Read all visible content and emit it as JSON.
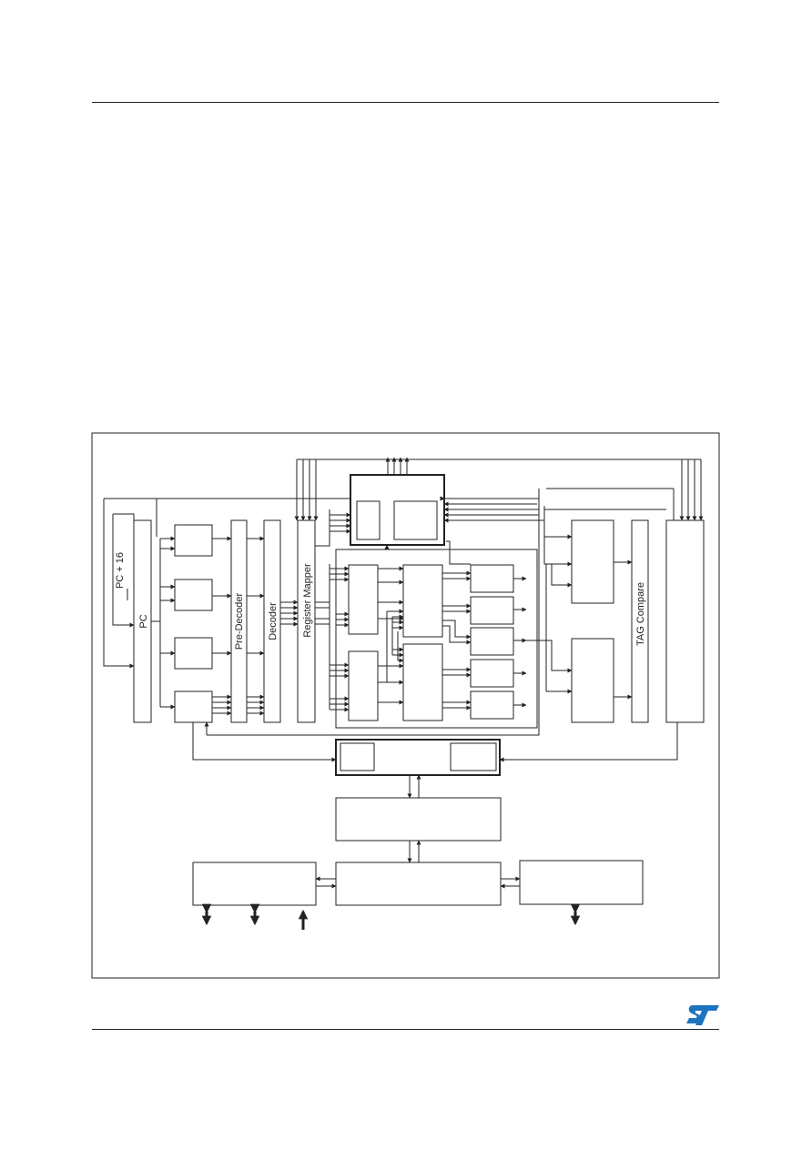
{
  "labels": {
    "pc": "PC",
    "pc_plus_16": "PC + 16",
    "pre_decoder": "Pre-Decoder",
    "decoder": "Decoder",
    "register_mapper": "Register Mapper",
    "tag_compare": "TAG Compare"
  },
  "colors": {
    "line": "#222222",
    "logo": "#1e73be"
  },
  "icons": {
    "logo": "st-logo-icon"
  }
}
